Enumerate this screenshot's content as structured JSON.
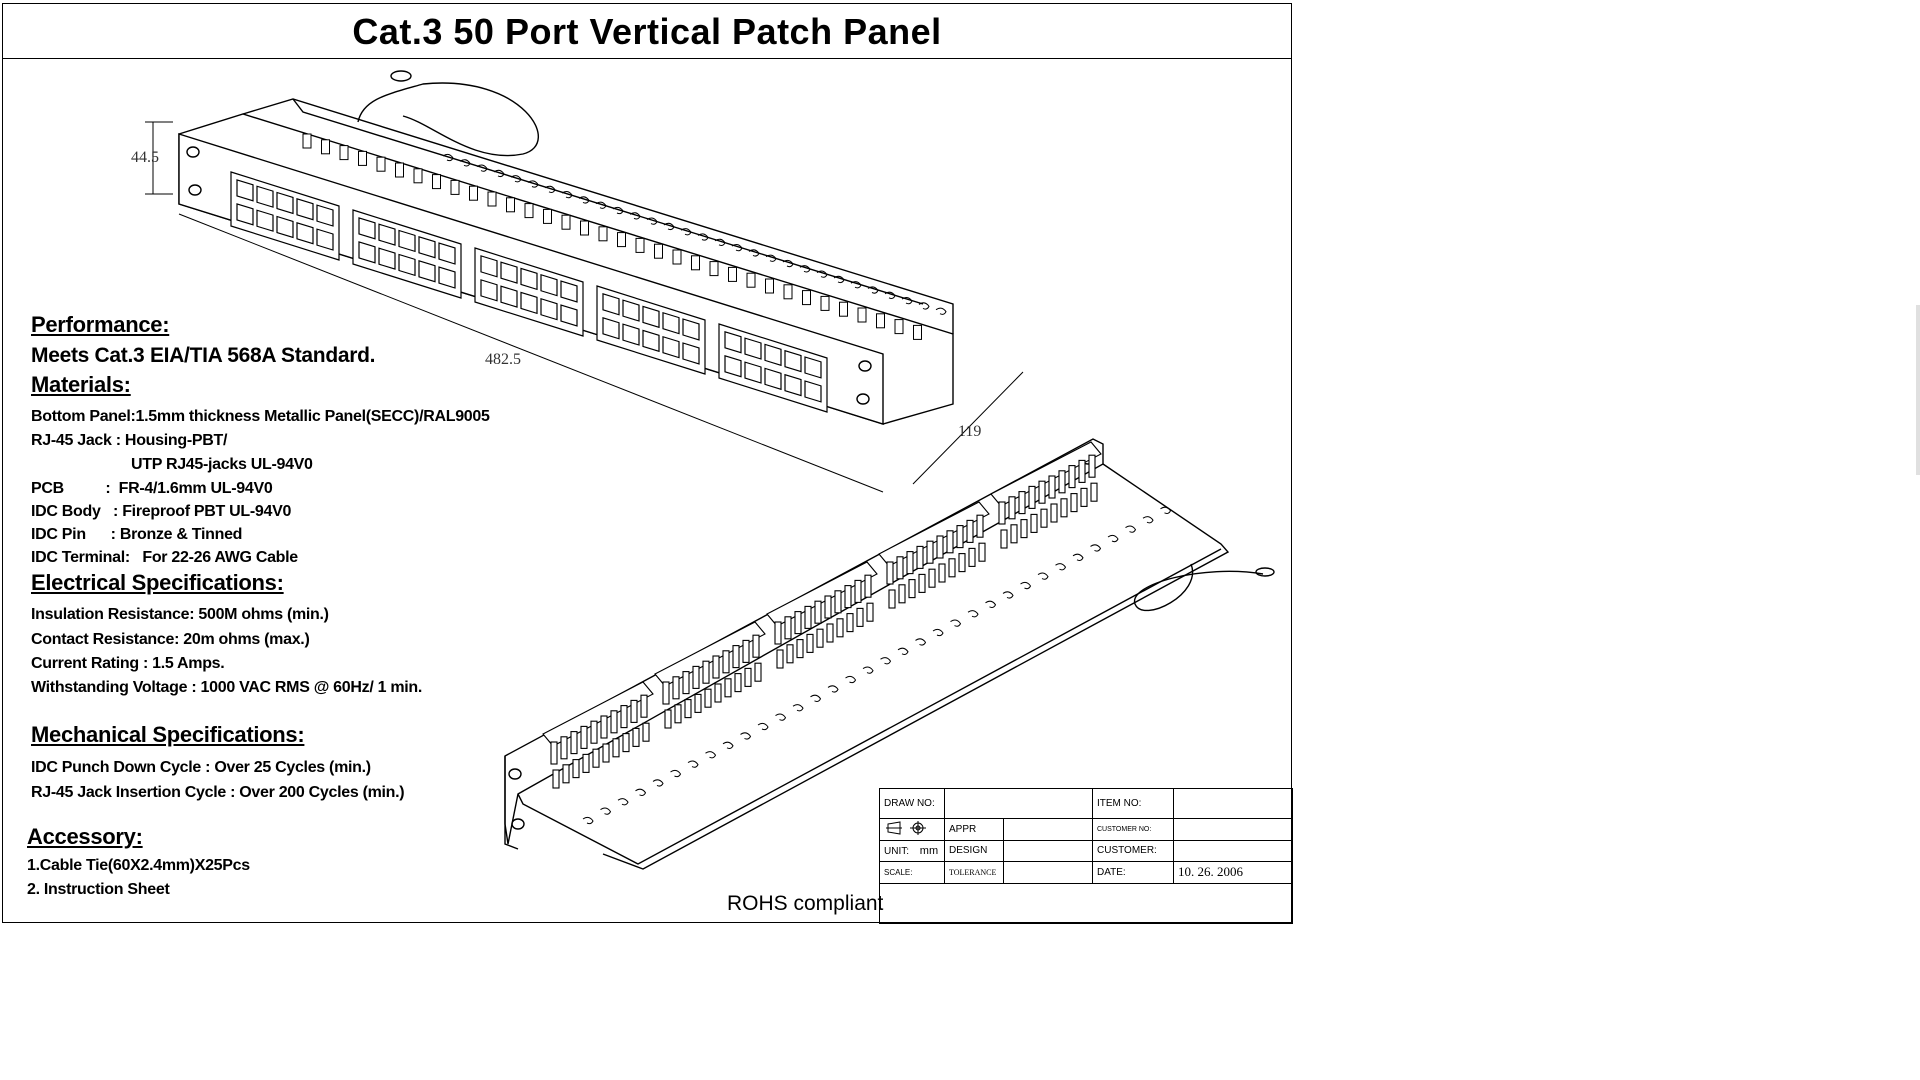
{
  "title": "Cat.3 50  Port  Vertical  Patch  Panel",
  "dimensions": {
    "height": "44.5",
    "width": "482.5",
    "depth": "119"
  },
  "specs": {
    "performance_heading": "Performance:",
    "performance_text": "Meets Cat.3 EIA/TIA 568A Standard.",
    "materials_heading": "Materials:",
    "materials": [
      "Bottom Panel:1.5mm thickness Metallic Panel(SECC)/RAL9005",
      "RJ-45 Jack : Housing-PBT/",
      "UTP RJ45-jacks  UL-94V0",
      "PCB          :  FR-4/1.6mm UL-94V0",
      "IDC Body   : Fireproof PBT UL-94V0",
      "IDC Pin      : Bronze & Tinned",
      "IDC Terminal:   For 22-26 AWG Cable"
    ],
    "electrical_heading": "Electrical Specifications:",
    "electrical": [
      "Insulation Resistance: 500M ohms (min.)",
      "Contact Resistance: 20m ohms (max.)",
      "Current Rating : 1.5 Amps.",
      "Withstanding Voltage : 1000 VAC RMS @ 60Hz/ 1 min."
    ],
    "mechanical_heading": "Mechanical Specifications:",
    "mechanical": [
      "IDC Punch Down Cycle : Over 25 Cycles (min.)",
      "RJ-45 Jack Insertion Cycle : Over 200 Cycles (min.)"
    ],
    "accessory_heading": "Accessory:",
    "accessory": [
      "1.Cable Tie(60X2.4mm)X25Pcs",
      "2. Instruction Sheet"
    ]
  },
  "rohs": "ROHS compliant",
  "title_block": {
    "draw_no_label": "DRAW NO:",
    "item_no_label": "ITEM  NO:",
    "appr_label": "APPR",
    "customer_no_label": "CUSTOMER NO:",
    "unit_label": "UNIT:",
    "unit_value": "mm",
    "design_label": "DESIGN",
    "customer_label": "CUSTOMER:",
    "scale_label": "SCALE:",
    "tolerance_label": "TOLERANCE",
    "date_label": "DATE:",
    "date_value": "10. 26. 2006"
  }
}
